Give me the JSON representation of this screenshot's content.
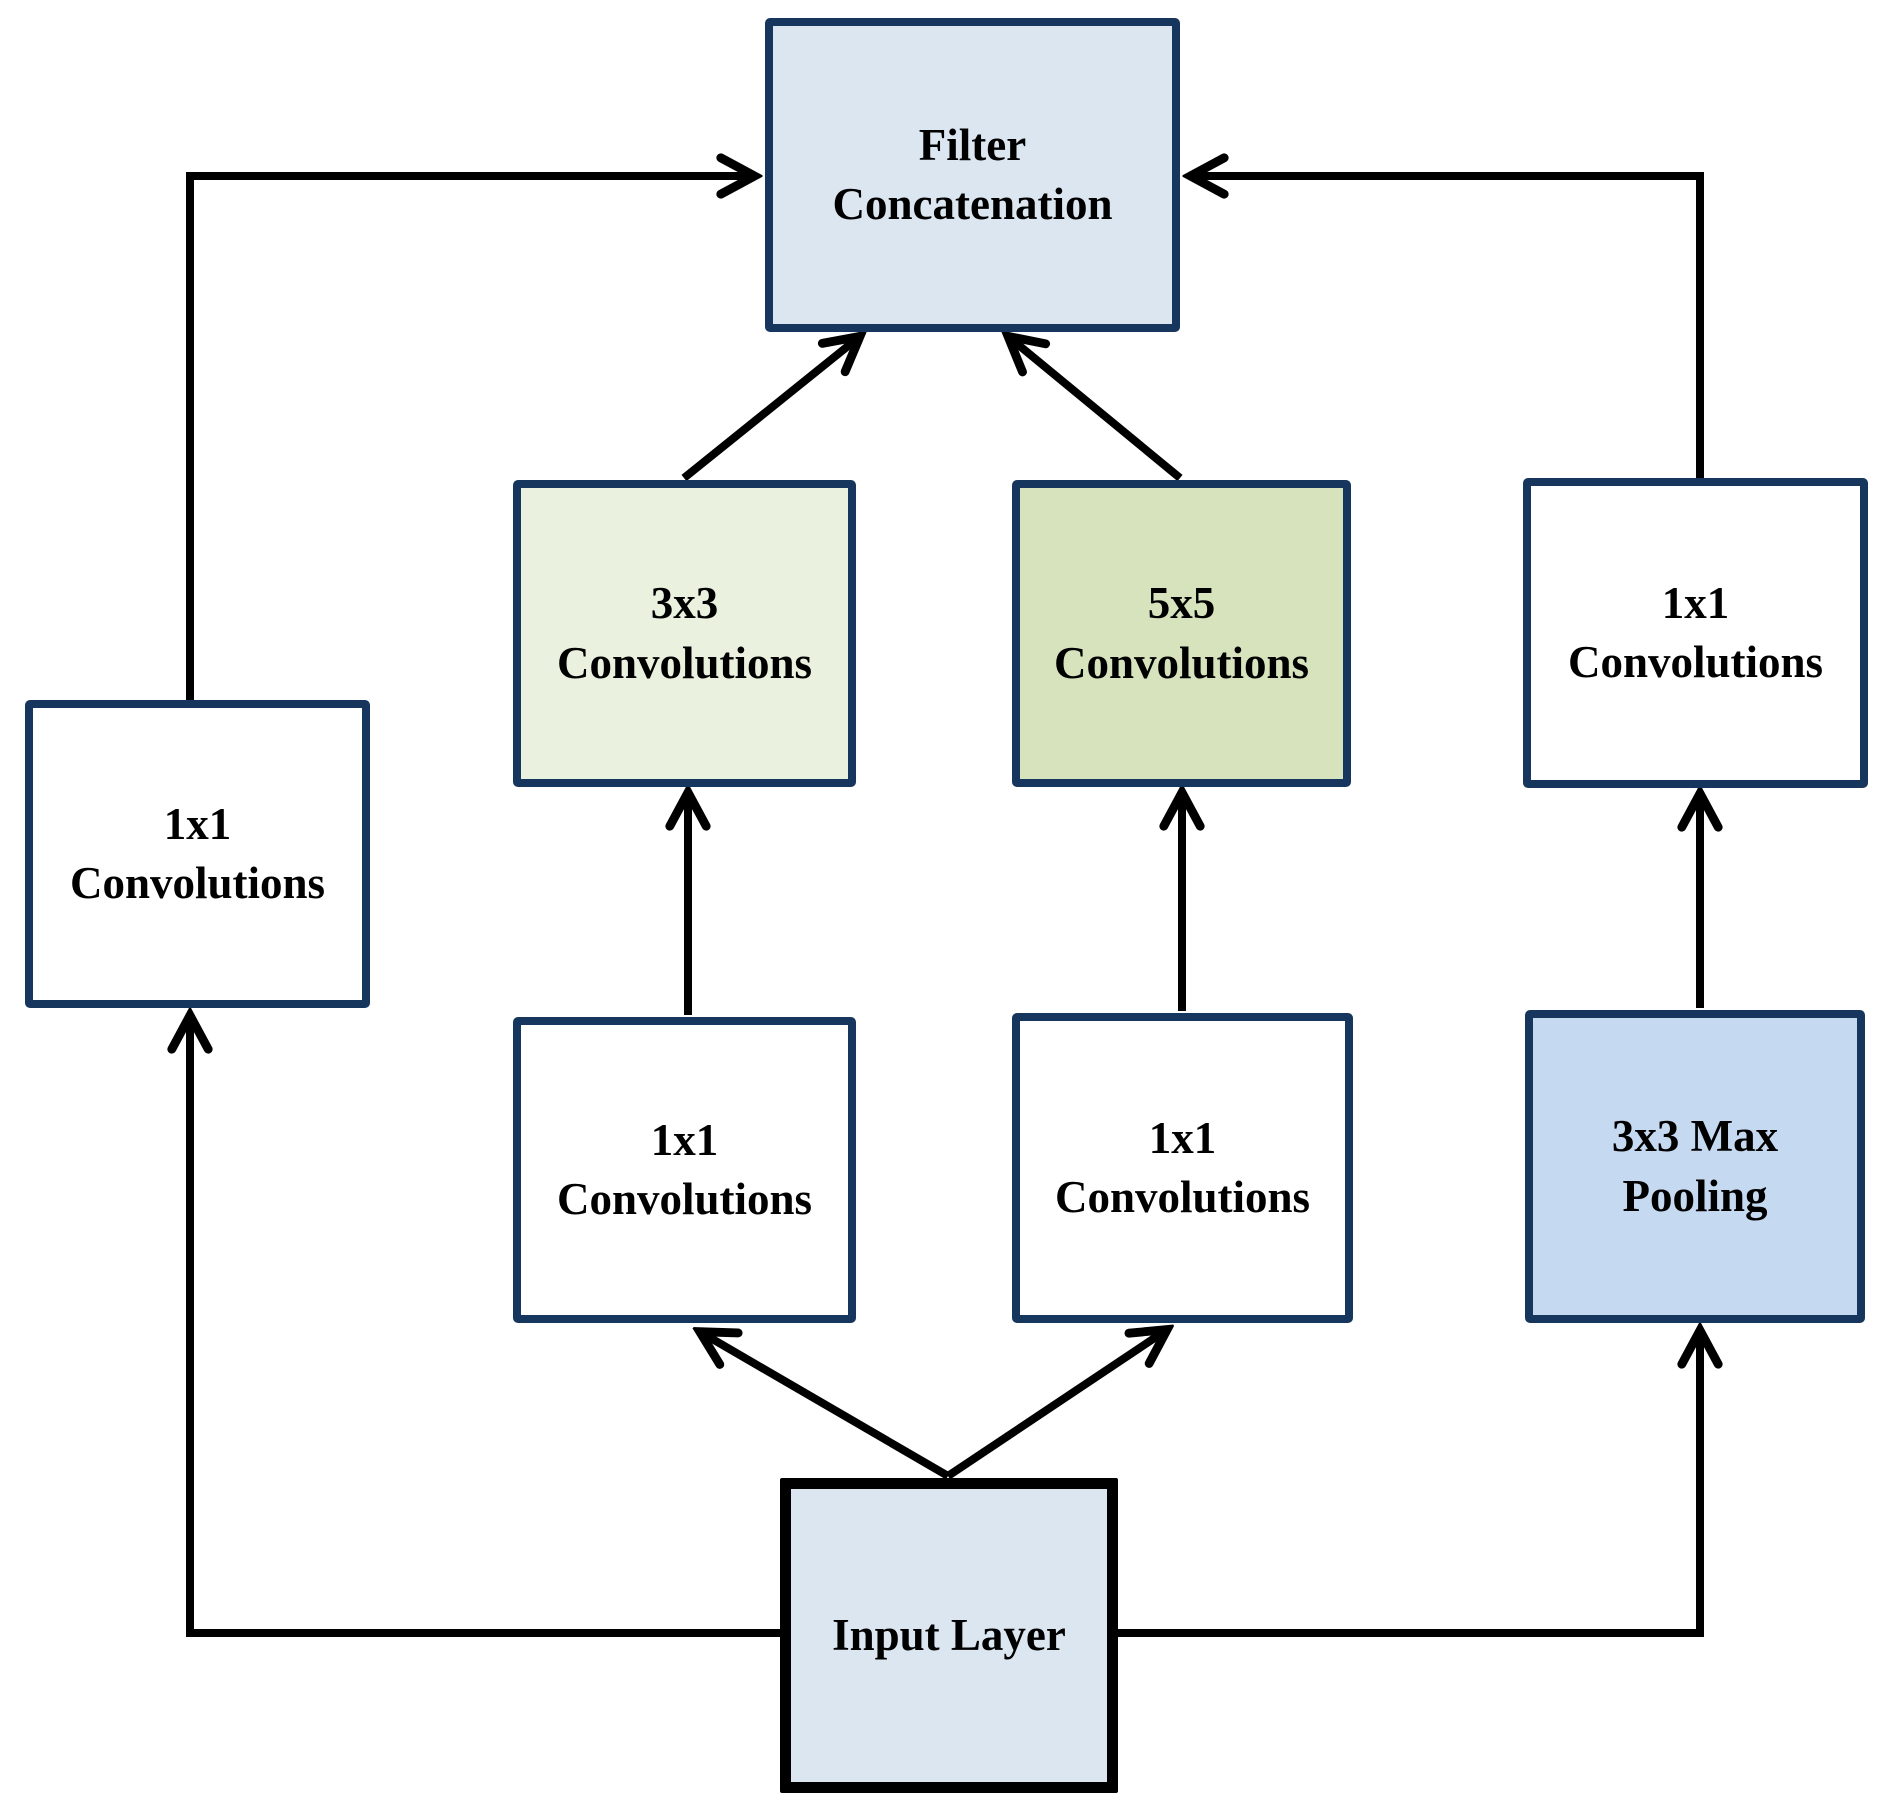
{
  "palette": {
    "node_border": "#17365d",
    "input_border": "#000000",
    "connector": "#000000",
    "fill_light_blue": "#dbe6f1",
    "fill_pale_green": "#eaf1de",
    "fill_green": "#d6e3bc",
    "fill_pool_blue": "#c5d9f1",
    "fill_white": "#ffffff"
  },
  "nodes": {
    "filter_concat": {
      "label": "Filter\nConcatenation",
      "fill": "#dbe6f1"
    },
    "conv3x3": {
      "label": "3x3\nConvolutions",
      "fill": "#eaf1de"
    },
    "conv5x5": {
      "label": "5x5\nConvolutions",
      "fill": "#d6e3bc"
    },
    "conv1x1_right": {
      "label": "1x1\nConvolutions",
      "fill": "#ffffff"
    },
    "conv1x1_left": {
      "label": "1x1\nConvolutions",
      "fill": "#ffffff"
    },
    "conv1x1_mid_left": {
      "label": "1x1\nConvolutions",
      "fill": "#ffffff"
    },
    "conv1x1_mid_right": {
      "label": "1x1\nConvolutions",
      "fill": "#ffffff"
    },
    "max_pooling": {
      "label": "3x3 Max\nPooling",
      "fill": "#c5d9f1"
    },
    "input_layer": {
      "label": "Input Layer",
      "fill": "#dbe6f1"
    }
  }
}
